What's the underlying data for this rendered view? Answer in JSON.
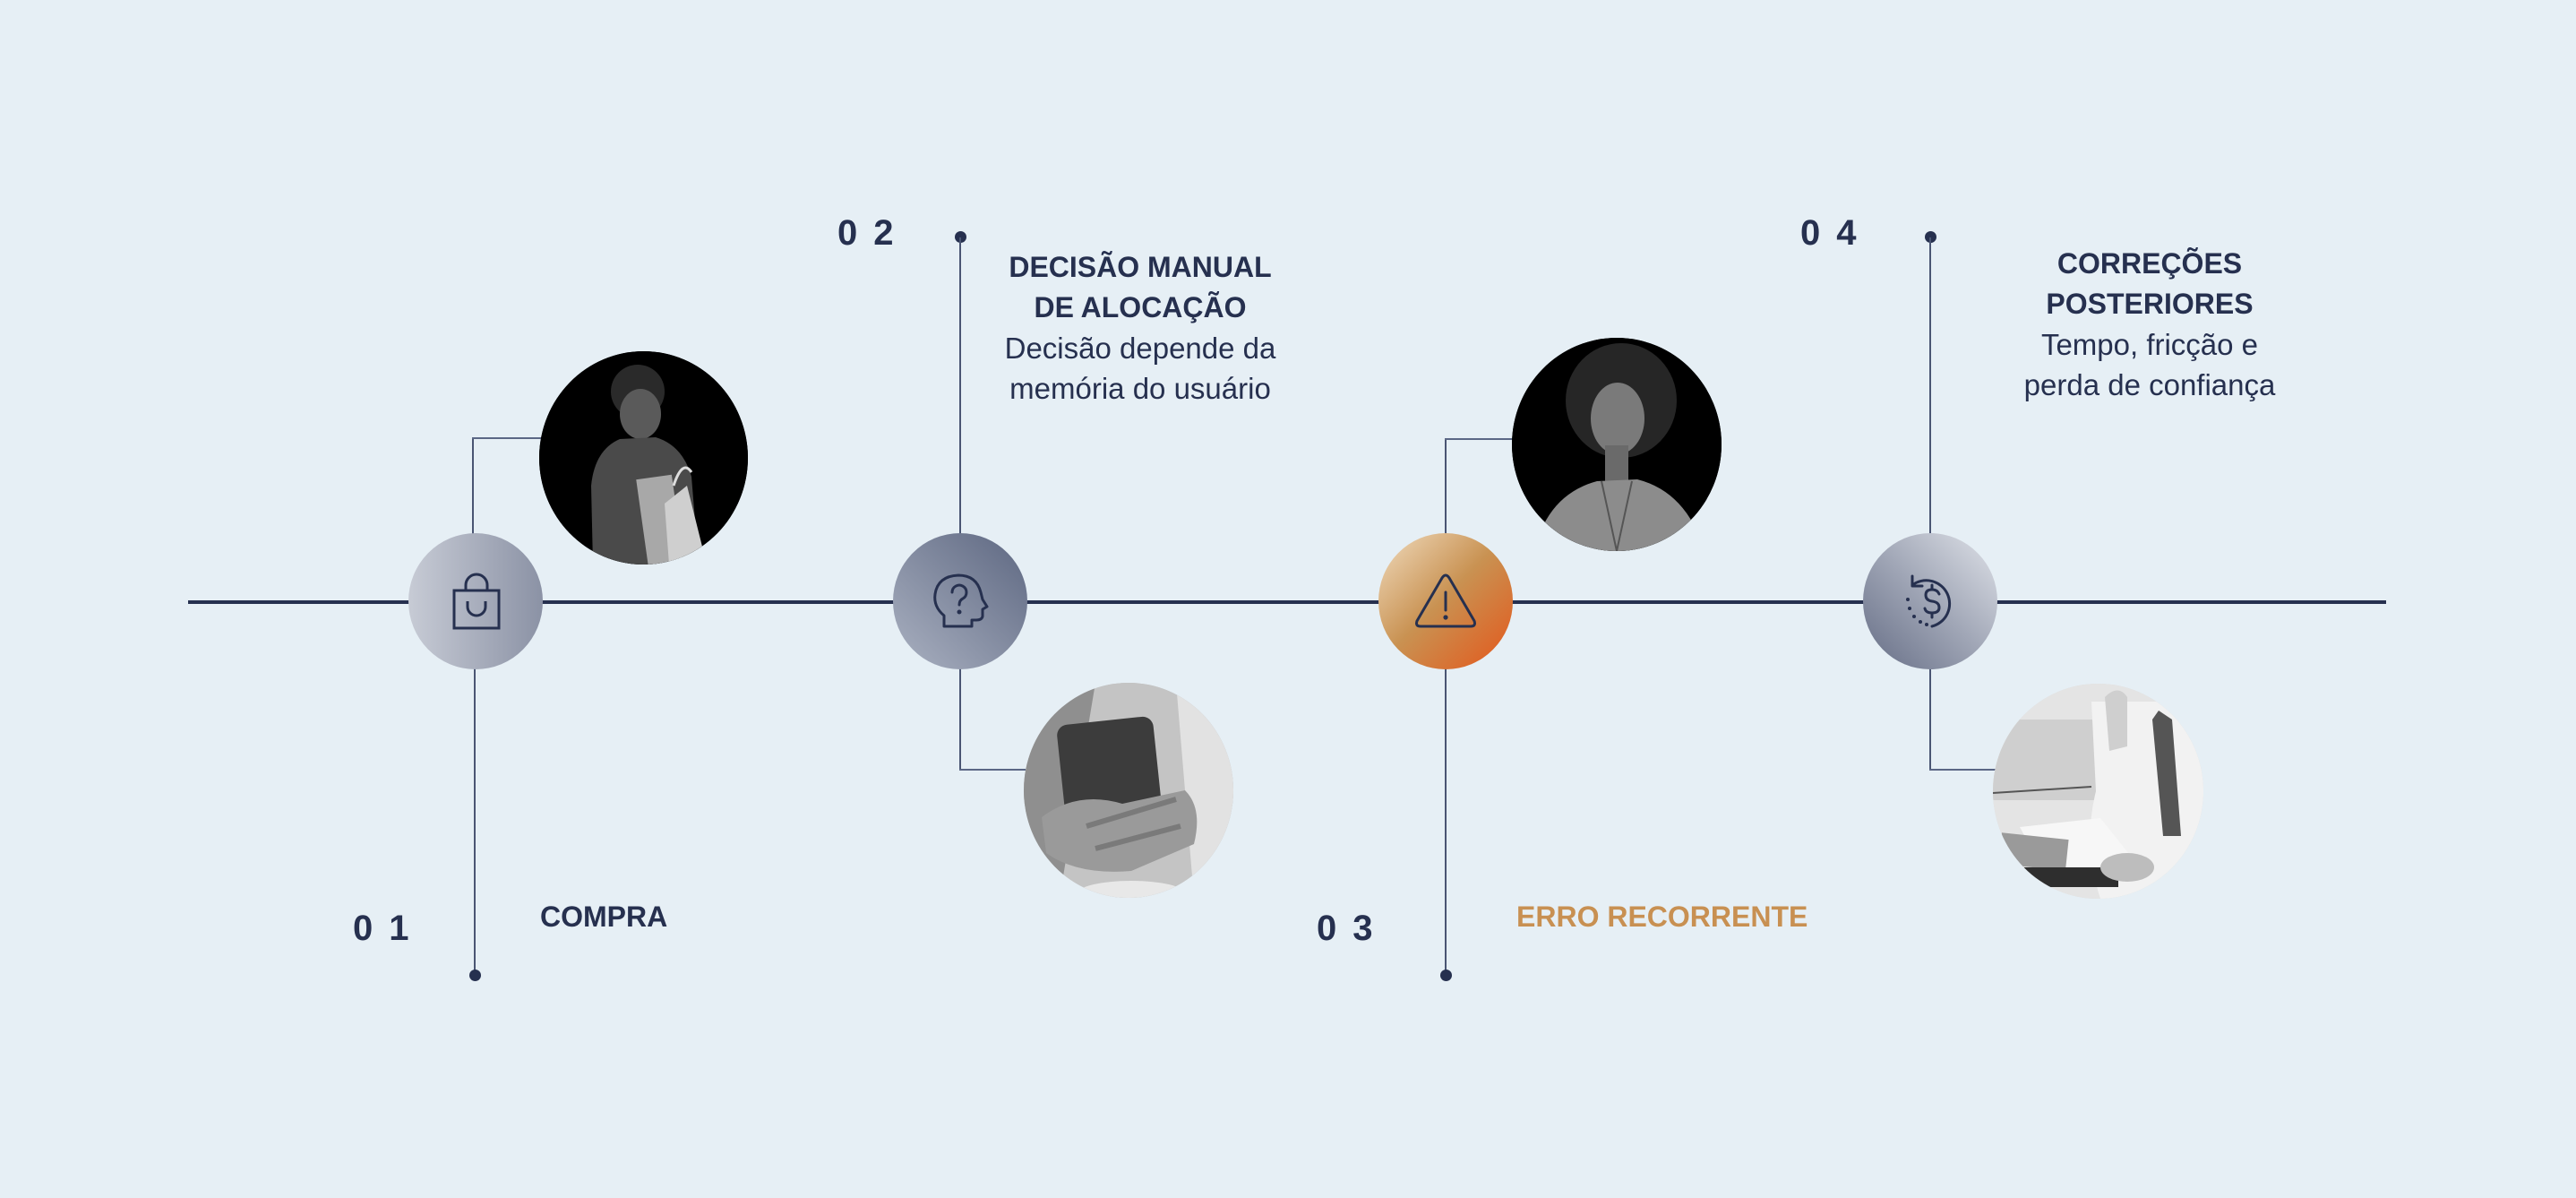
{
  "colors": {
    "background": "#e6eff5",
    "ink": "#26304f",
    "accent": "#c89052",
    "warning_gradient_end": "#e4561a"
  },
  "steps": [
    {
      "number": "01",
      "title": "COMPRA",
      "description": "",
      "icon": "shopping-bag-icon",
      "photo": "woman-holding-shopping-bags"
    },
    {
      "number": "02",
      "title_line1": "DECISÃO MANUAL",
      "title_line2": "DE ALOCAÇÃO",
      "desc_line1": "Decisão depende da",
      "desc_line2": "memória do usuário",
      "icon": "head-question-icon",
      "photo": "hands-holding-smartphone"
    },
    {
      "number": "03",
      "title": "ERRO RECORRENTE",
      "icon": "warning-triangle-icon",
      "photo": "pensive-woman-looking-up"
    },
    {
      "number": "04",
      "title_line1": "CORREÇÕES",
      "title_line2": "POSTERIORES",
      "desc_line1": "Tempo, fricção e",
      "desc_line2": "perda de confiança",
      "icon": "dollar-refund-icon",
      "photo": "man-with-calculator-and-papers"
    }
  ]
}
